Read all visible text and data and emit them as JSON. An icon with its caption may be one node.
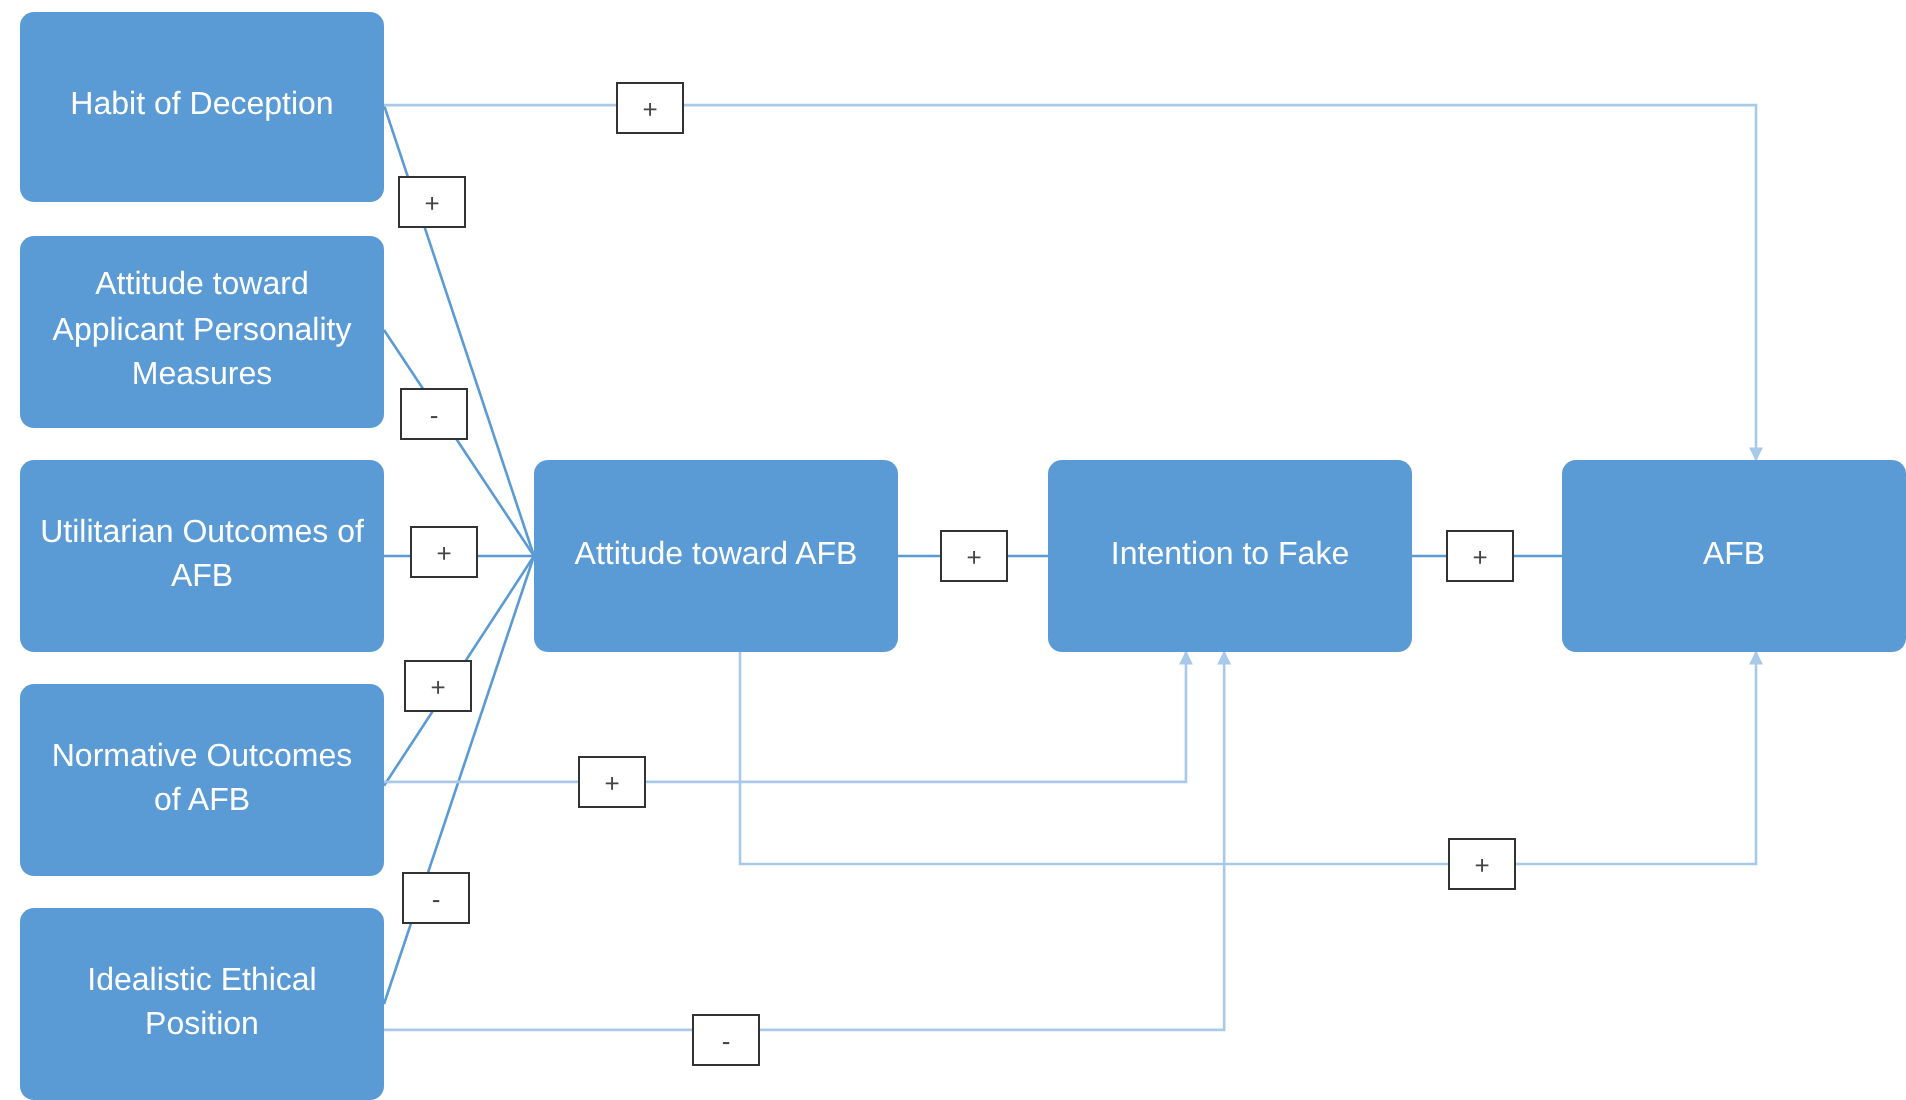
{
  "diagram": {
    "nodes": [
      {
        "text": [
          "Habit of Deception"
        ]
      },
      {
        "text": [
          "Attitude toward Applicant Personality Measures"
        ]
      },
      {
        "text": [
          "Utilitarian Outcomes of AFB"
        ]
      },
      {
        "text": [
          "Normative Outcomes of AFB"
        ]
      },
      {
        "text": [
          "Idealistic Ethical Position"
        ]
      },
      {
        "text": [
          "Attitude toward AFB"
        ]
      },
      {
        "text": [
          "Intention to Fake"
        ]
      },
      {
        "text": [
          "AFB"
        ]
      }
    ],
    "edges": [
      {
        "from": 0,
        "to": 5,
        "arrow": "none",
        "label": "+"
      },
      {
        "from": 1,
        "to": 5,
        "arrow": "none",
        "label": "-"
      },
      {
        "from": 2,
        "to": 5,
        "arrow": "none",
        "label": "+"
      },
      {
        "from": 3,
        "to": 5,
        "arrow": "none",
        "label": "+"
      },
      {
        "from": 4,
        "to": 5,
        "arrow": "none",
        "label": "-"
      },
      {
        "from": 5,
        "to": 6,
        "arrow": "none",
        "label": "+"
      },
      {
        "from": 6,
        "to": 7,
        "arrow": "none",
        "label": "+"
      },
      {
        "from": 0,
        "to": 7,
        "arrow": "to",
        "label": "+",
        "color": "#a9c9ea"
      },
      {
        "from": 3,
        "to": 6,
        "arrow": "to",
        "label": "+",
        "color": "#a9c9ea"
      },
      {
        "from": 5,
        "to": 7,
        "arrow": "to",
        "label": "+",
        "color": "#a9c9ea"
      },
      {
        "from": 4,
        "to": 6,
        "arrow": "to",
        "label": "-",
        "color": "#a9c9ea"
      }
    ]
  }
}
